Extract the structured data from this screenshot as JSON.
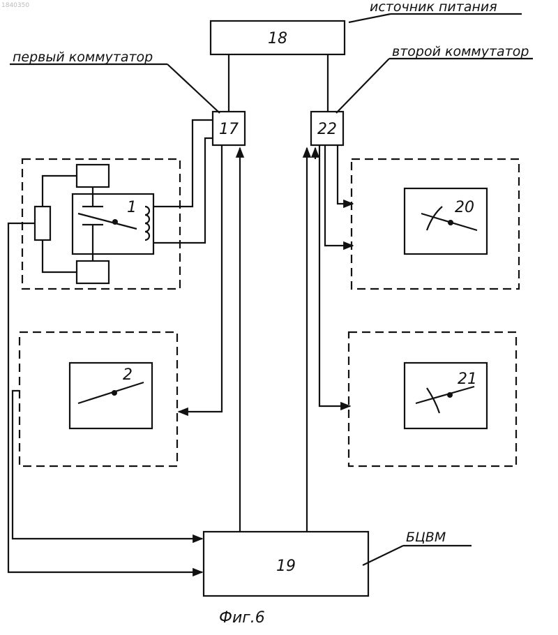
{
  "watermark": "1840350",
  "labels": {
    "power_supply": "источник питания",
    "first_switch": "первый коммутатор",
    "second_switch": "второй коммутатор",
    "computer": "БЦВМ"
  },
  "blocks": {
    "b18": "18",
    "b17": "17",
    "b22": "22",
    "b19": "19",
    "b1": "1",
    "b2": "2",
    "b20": "20",
    "b21": "21"
  },
  "caption": "Фиг.6",
  "colors": {
    "ink": "#111111",
    "paper": "#ffffff"
  }
}
